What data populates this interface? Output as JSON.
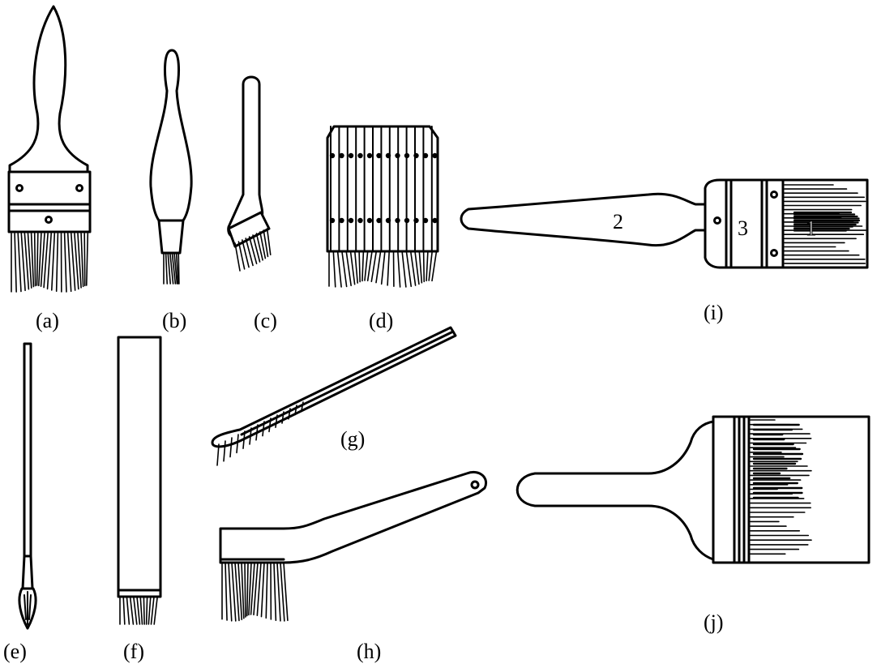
{
  "figure": {
    "labels": {
      "a": "(a)",
      "b": "(b)",
      "c": "(c)",
      "d": "(d)",
      "e": "(e)",
      "f": "(f)",
      "g": "(g)",
      "h": "(h)",
      "i": "(i)",
      "j": "(j)"
    },
    "parts": {
      "bristles": "1",
      "handle": "2",
      "ferrule": "3"
    }
  }
}
